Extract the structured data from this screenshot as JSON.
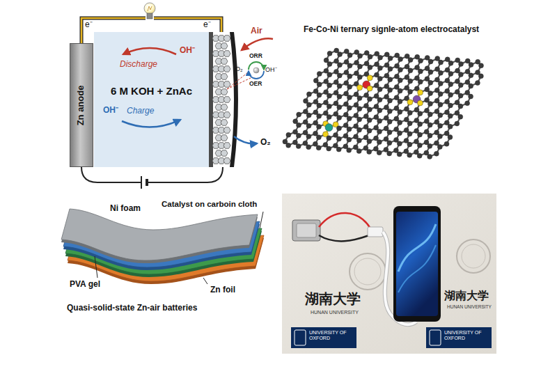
{
  "diagram": {
    "nodes": [
      {
        "text": [
          "Zn anode"
        ]
      },
      {
        "text": [
          "6 M KOH + ZnAc"
        ]
      }
    ],
    "labels": [
      "e⁻",
      "e⁻",
      "OH⁻",
      "Discharge",
      "OH⁻",
      "Charge",
      "Air",
      "ORR",
      "O₂",
      "OH⁻",
      "OER",
      "O₂",
      "Fe-Co-Ni ternary signle-atom electrocatalyst",
      "Ni foam",
      "Catalyst on carboin cloth",
      "PVA gel",
      "Zn foil",
      "Quasi-solid-state Zn-air batteries",
      "湖南大学",
      "HUNAN UNIVERSITY",
      "湖南大学",
      "HUNAN UNIVERSITY",
      "UNIVERSITY OF OXFORD",
      "UNIVERSITY OF OXFORD"
    ]
  }
}
